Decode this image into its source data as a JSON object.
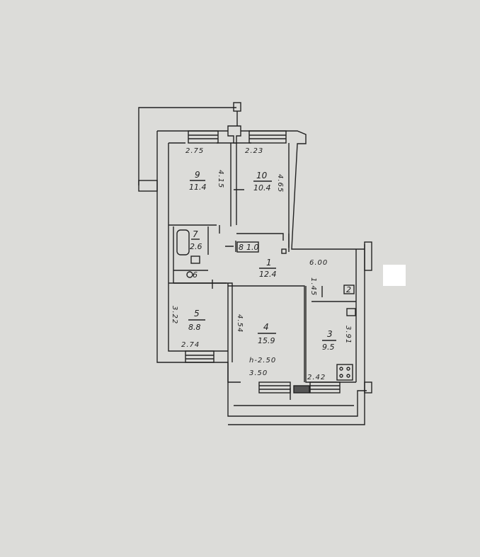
{
  "plan": {
    "rooms": [
      {
        "id": "r9",
        "number": "9",
        "area": "11.4"
      },
      {
        "id": "r10",
        "number": "10",
        "area": "10.4"
      },
      {
        "id": "r7",
        "number": "7",
        "area": "2.6"
      },
      {
        "id": "r8",
        "number": "8",
        "area": "1.0"
      },
      {
        "id": "r6",
        "number": "6",
        "area": ""
      },
      {
        "id": "r1",
        "number": "1",
        "area": "12.4"
      },
      {
        "id": "r5",
        "number": "5",
        "area": "8.8"
      },
      {
        "id": "r4",
        "number": "4",
        "area": "15.9"
      },
      {
        "id": "r3",
        "number": "3",
        "area": "9.5"
      },
      {
        "id": "r2",
        "number": "2",
        "area": ""
      }
    ],
    "dimensions": {
      "r9_width": "2.75",
      "r9_depth": "4.15",
      "r10_width": "2.23",
      "r10_depth": "4.65",
      "hall_length": "6.00",
      "hall_width": "1.45",
      "r5_depth": "3.22",
      "r5_width": "2.74",
      "r4_depth": "4.54",
      "ceiling_height": "h-2.50",
      "r4_width": "3.50",
      "r3_width": "2.42",
      "r3_depth": "3.91"
    }
  },
  "colors": {
    "paper": "#dcdcd9",
    "ink": "#222222",
    "marker": "#ffffff"
  }
}
